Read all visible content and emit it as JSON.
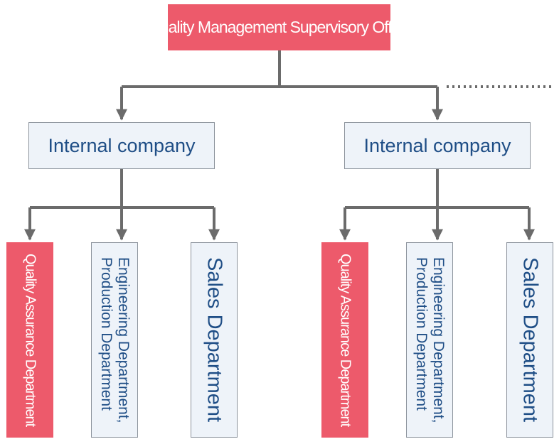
{
  "top": {
    "label": "Quality Management Supervisory Office"
  },
  "companies": [
    {
      "label": "Internal company",
      "departments": [
        {
          "label": "Quality Assurance Department"
        },
        {
          "label": "Engineering Department,\nProduction Department"
        },
        {
          "label": "Sales Department"
        }
      ]
    },
    {
      "label": "Internal company",
      "departments": [
        {
          "label": "Quality Assurance Department"
        },
        {
          "label": "Engineering Department,\nProduction Department"
        },
        {
          "label": "Sales Department"
        }
      ]
    }
  ],
  "colors": {
    "highlight": "#ed5a6b",
    "box_fill": "#eef3f9",
    "text_blue": "#1f4e86",
    "connector": "#6b6b6b"
  }
}
